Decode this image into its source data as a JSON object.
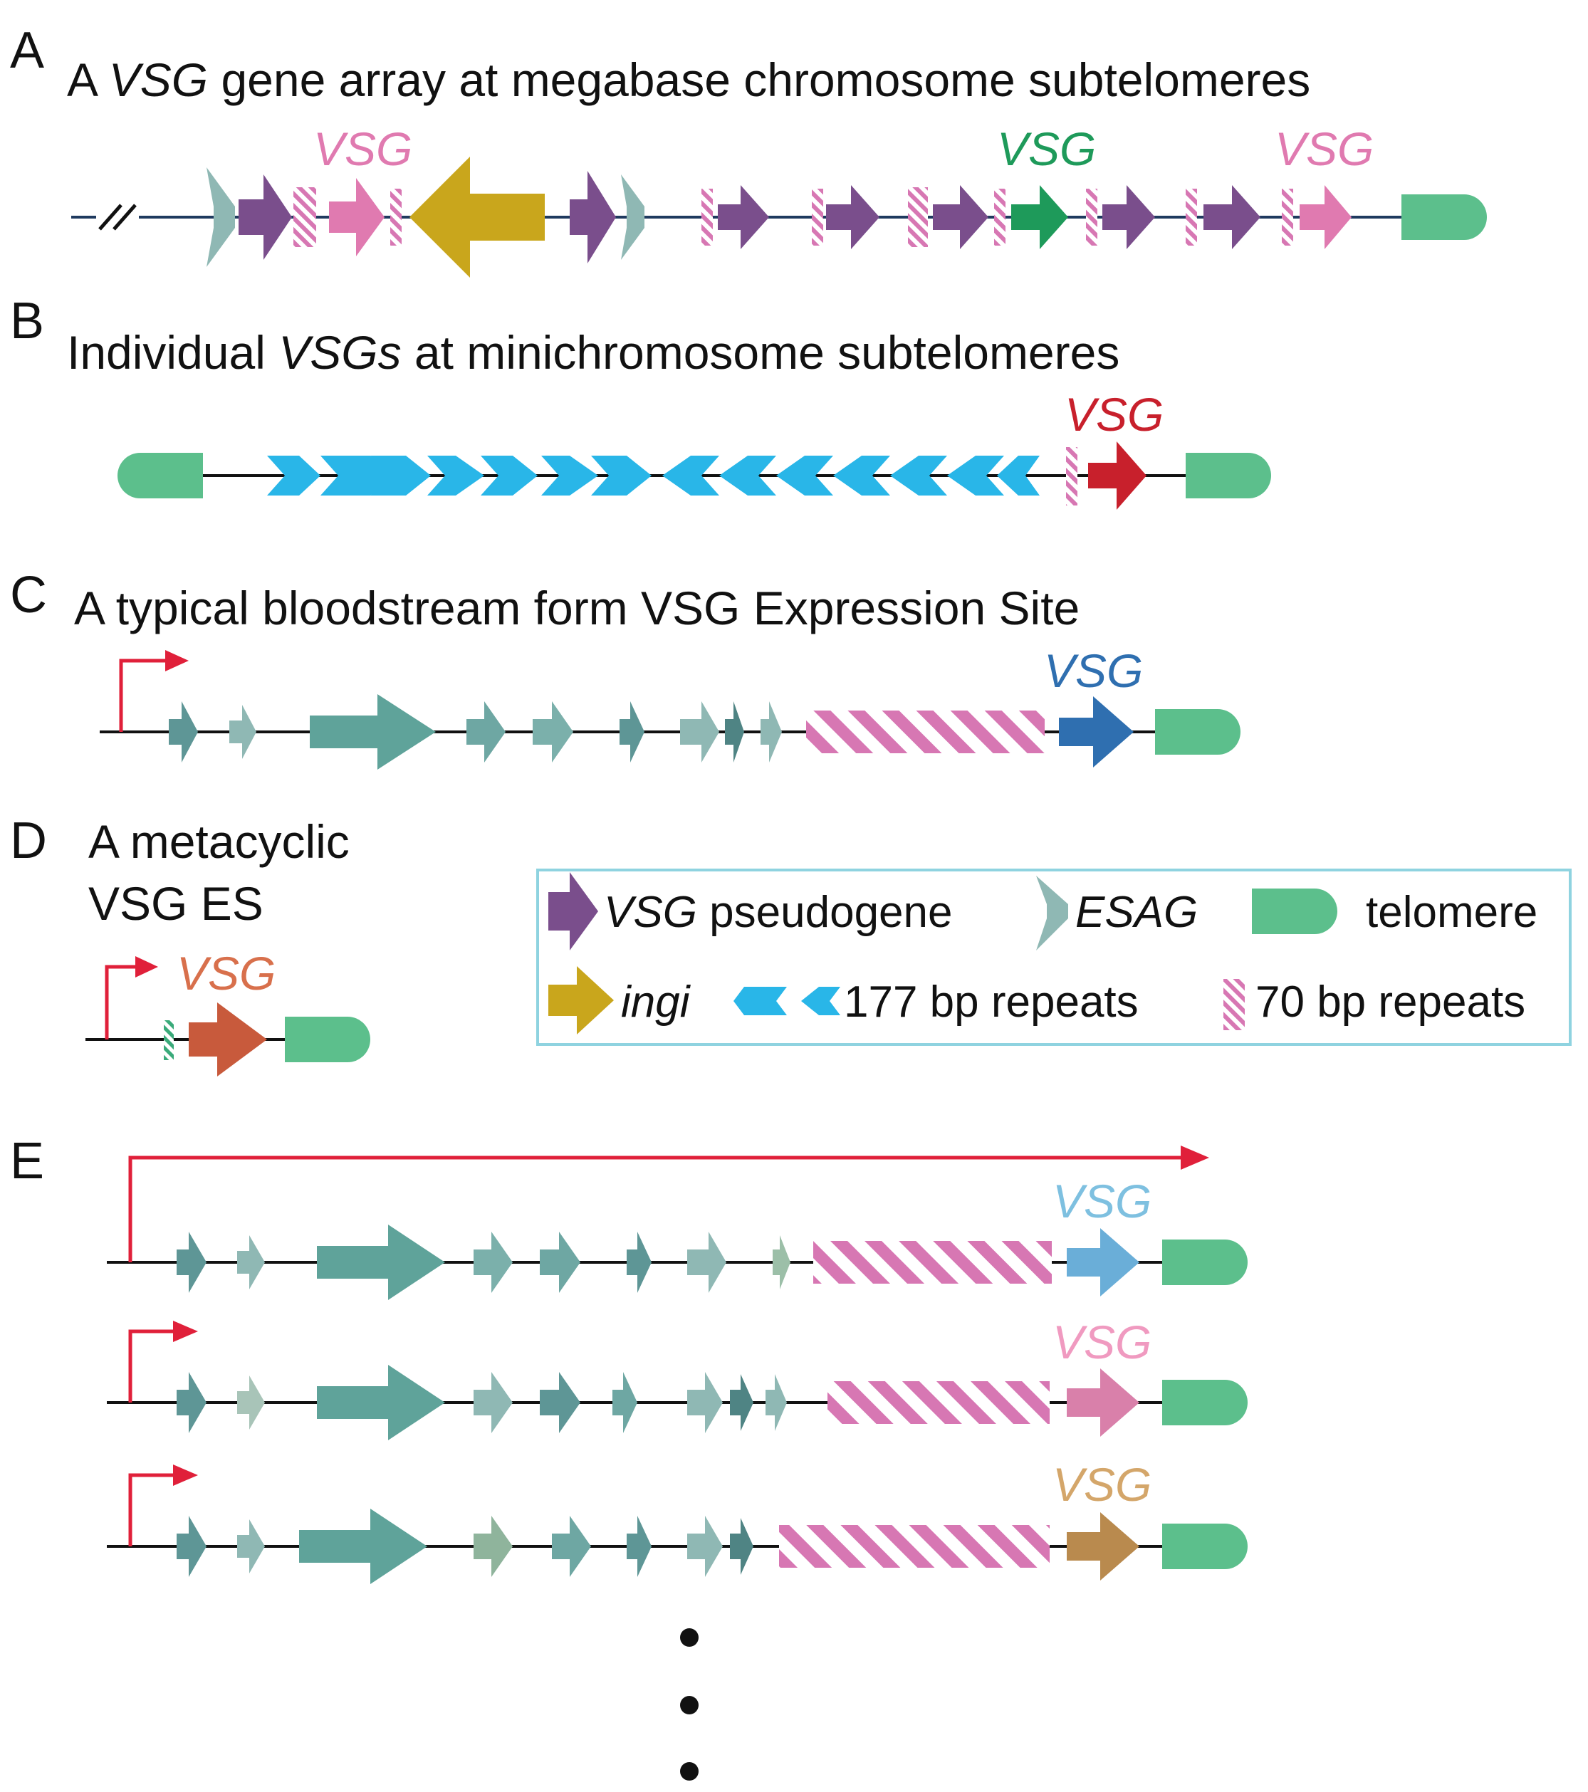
{
  "colors": {
    "backbone_a": "#1f3a5f",
    "backbone": "#111111",
    "vsg_pink": "#e07ab0",
    "vsg_green": "#1e9a5a",
    "vsg_red": "#c8202c",
    "vsg_blue": "#2f6fb0",
    "vsg_orange": "#c85a3c",
    "vsg_lightblue": "#6aaed8",
    "vsg_tan": "#b98a4e",
    "pseudogene": "#7a4e8c",
    "esag": "#8fb8b4",
    "esag_dark": "#5e9696",
    "ingi": "#c9a61c",
    "telomere": "#5cbf8c",
    "repeat177": "#29b6e8",
    "repeat70": "#d777b3",
    "promoter": "#e0203a",
    "legend_border": "#8fd3e0"
  },
  "panels": {
    "A": {
      "letter": "A",
      "title_pre": "A ",
      "title_italic": "VSG",
      "title_post": " gene array at megabase chromosome subtelomeres"
    },
    "B": {
      "letter": "B",
      "title_italic": "Individual ",
      "title_italic2": "VSGs",
      "title_post": " at minichromosome subtelomeres"
    },
    "C": {
      "letter": "C",
      "title": "A typical bloodstream form VSG Expression Site"
    },
    "D": {
      "letter": "D",
      "title_line1": "A metacyclic",
      "title_line2": "VSG ES"
    },
    "E": {
      "letter": "E"
    }
  },
  "vsg_labels": {
    "a1": "VSG",
    "a2": "VSG",
    "a3": "VSG",
    "b1": "VSG",
    "c1": "VSG",
    "d1": "VSG",
    "e1": "VSG",
    "e2": "VSG",
    "e3": "VSG"
  },
  "legend": {
    "pseudogene_italic": "VSG",
    "pseudogene_text": " pseudogene",
    "esag": "ESAG",
    "telomere": "telomere",
    "ingi": "ingi",
    "repeats177": "177 bp repeats",
    "repeats70": "70 bp repeats"
  },
  "continuation": "⋮"
}
